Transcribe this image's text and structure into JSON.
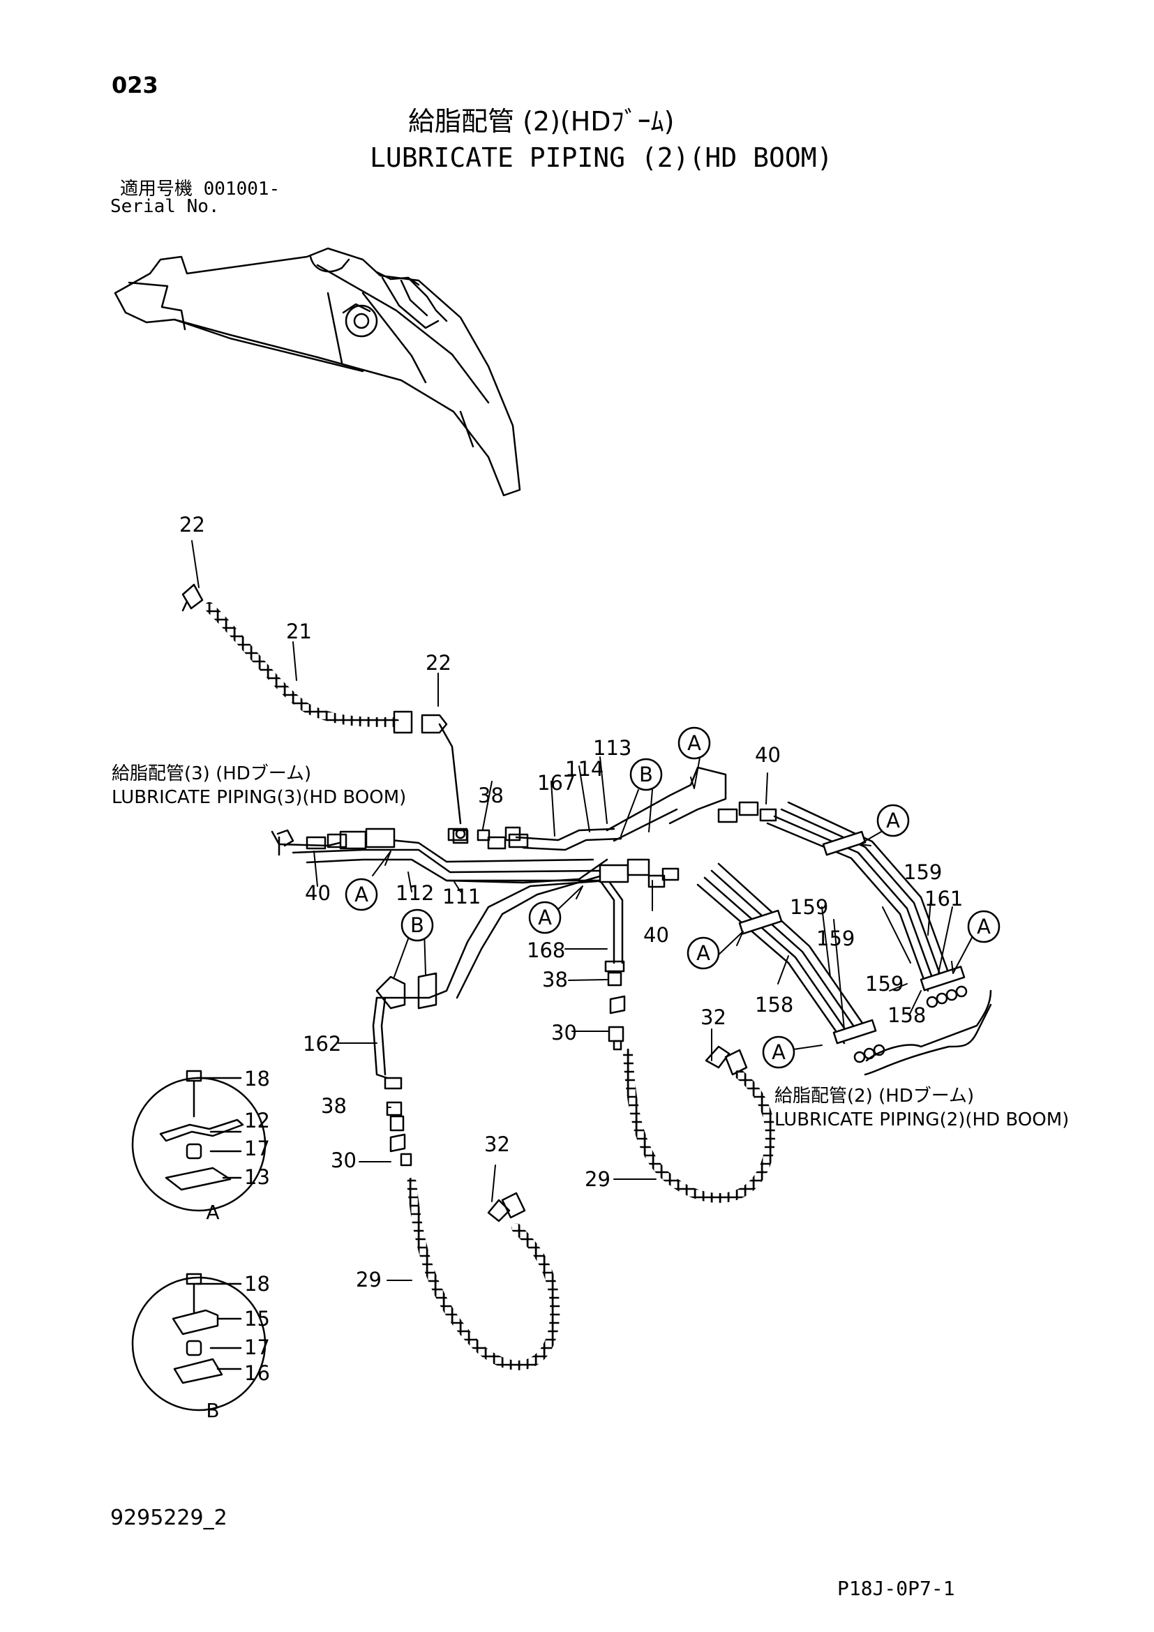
{
  "header": {
    "page_number": "023",
    "title_jp": "給脂配管 (2)(HDﾌﾞｰﾑ)",
    "title_en": "LUBRICATE PIPING (2)(HD BOOM)",
    "serial_jp": "適用号機  001001-",
    "serial_en": "Serial No."
  },
  "references": {
    "piping3_jp": "給脂配管(3) (HDブーム)",
    "piping3_en": "LUBRICATE  PIPING(3)(HD BOOM)",
    "piping2_jp": "給脂配管(2) (HDブーム)",
    "piping2_en": "LUBRICATE  PIPING(2)(HD BOOM)"
  },
  "callouts": {
    "c22a": "22",
    "c21": "21",
    "c22b": "22",
    "c113": "113",
    "c114": "114",
    "c167": "167",
    "c38a": "38",
    "c40a": "40",
    "c40b": "40",
    "c40c": "40",
    "c112": "112",
    "c111": "111",
    "c168": "168",
    "c38b": "38",
    "c30a": "30",
    "c32a": "32",
    "c29a": "29",
    "c162": "162",
    "c38c": "38",
    "c30b": "30",
    "c32b": "32",
    "c29b": "29",
    "c159a": "159",
    "c159b": "159",
    "c159c": "159",
    "c159d": "159",
    "c161": "161",
    "c158a": "158",
    "c158b": "158",
    "dA18": "18",
    "dA12": "12",
    "dA17": "17",
    "dA13": "13",
    "dB18": "18",
    "dB15": "15",
    "dB17": "17",
    "dB16": "16"
  },
  "markers": {
    "A": "A",
    "B": "B"
  },
  "detail_labels": {
    "a": "A",
    "b": "B"
  },
  "footer": {
    "drawing_number": "9295229_2",
    "page_code": "P18J-0P7-1"
  }
}
